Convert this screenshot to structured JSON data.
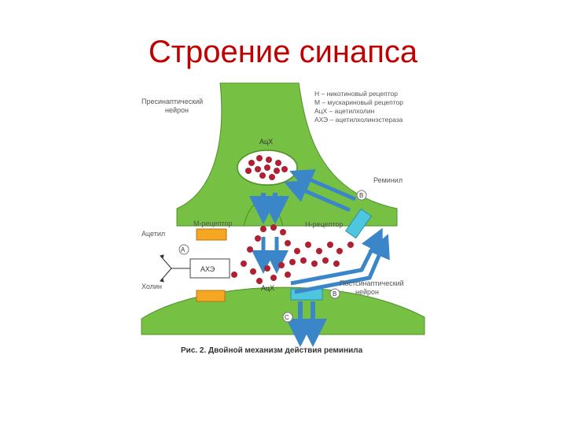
{
  "slide": {
    "title": "Строение синапса"
  },
  "diagram": {
    "labels": {
      "presynaptic": [
        "Пресинаптический",
        "нейрон"
      ],
      "legend": [
        "Н – никотиновый рецептор",
        "М – мускариновый рецептор",
        "АцХ – ацетилхолин",
        "АХЭ – ацетилхолинэстераза"
      ],
      "ach_vesicle": "АцХ",
      "reminyl": "Реминил",
      "m_receptor": "М-рецептор",
      "n_receptor": "Н-рецептор",
      "acetyl": "Ацетил",
      "ache": "АХЭ",
      "choline": "Холин",
      "ach_cleft": "АцХ",
      "postsynaptic": [
        "Постсинаптический",
        "нейрон"
      ],
      "marker_a": "А",
      "marker_b_top": "В",
      "marker_b_bottom": "В",
      "marker_c": "С"
    },
    "caption": "Рис. 2. Двойной механизм действия реминила",
    "colors": {
      "neuron_fill": "#76c043",
      "neuron_stroke": "#4f8f2a",
      "ach_dot": "#b01f32",
      "arrow_blue": "#3a86c8",
      "receptor_orange": "#f5a623",
      "receptor_cyan": "#4fc6e0",
      "label_gray": "#555555"
    }
  }
}
